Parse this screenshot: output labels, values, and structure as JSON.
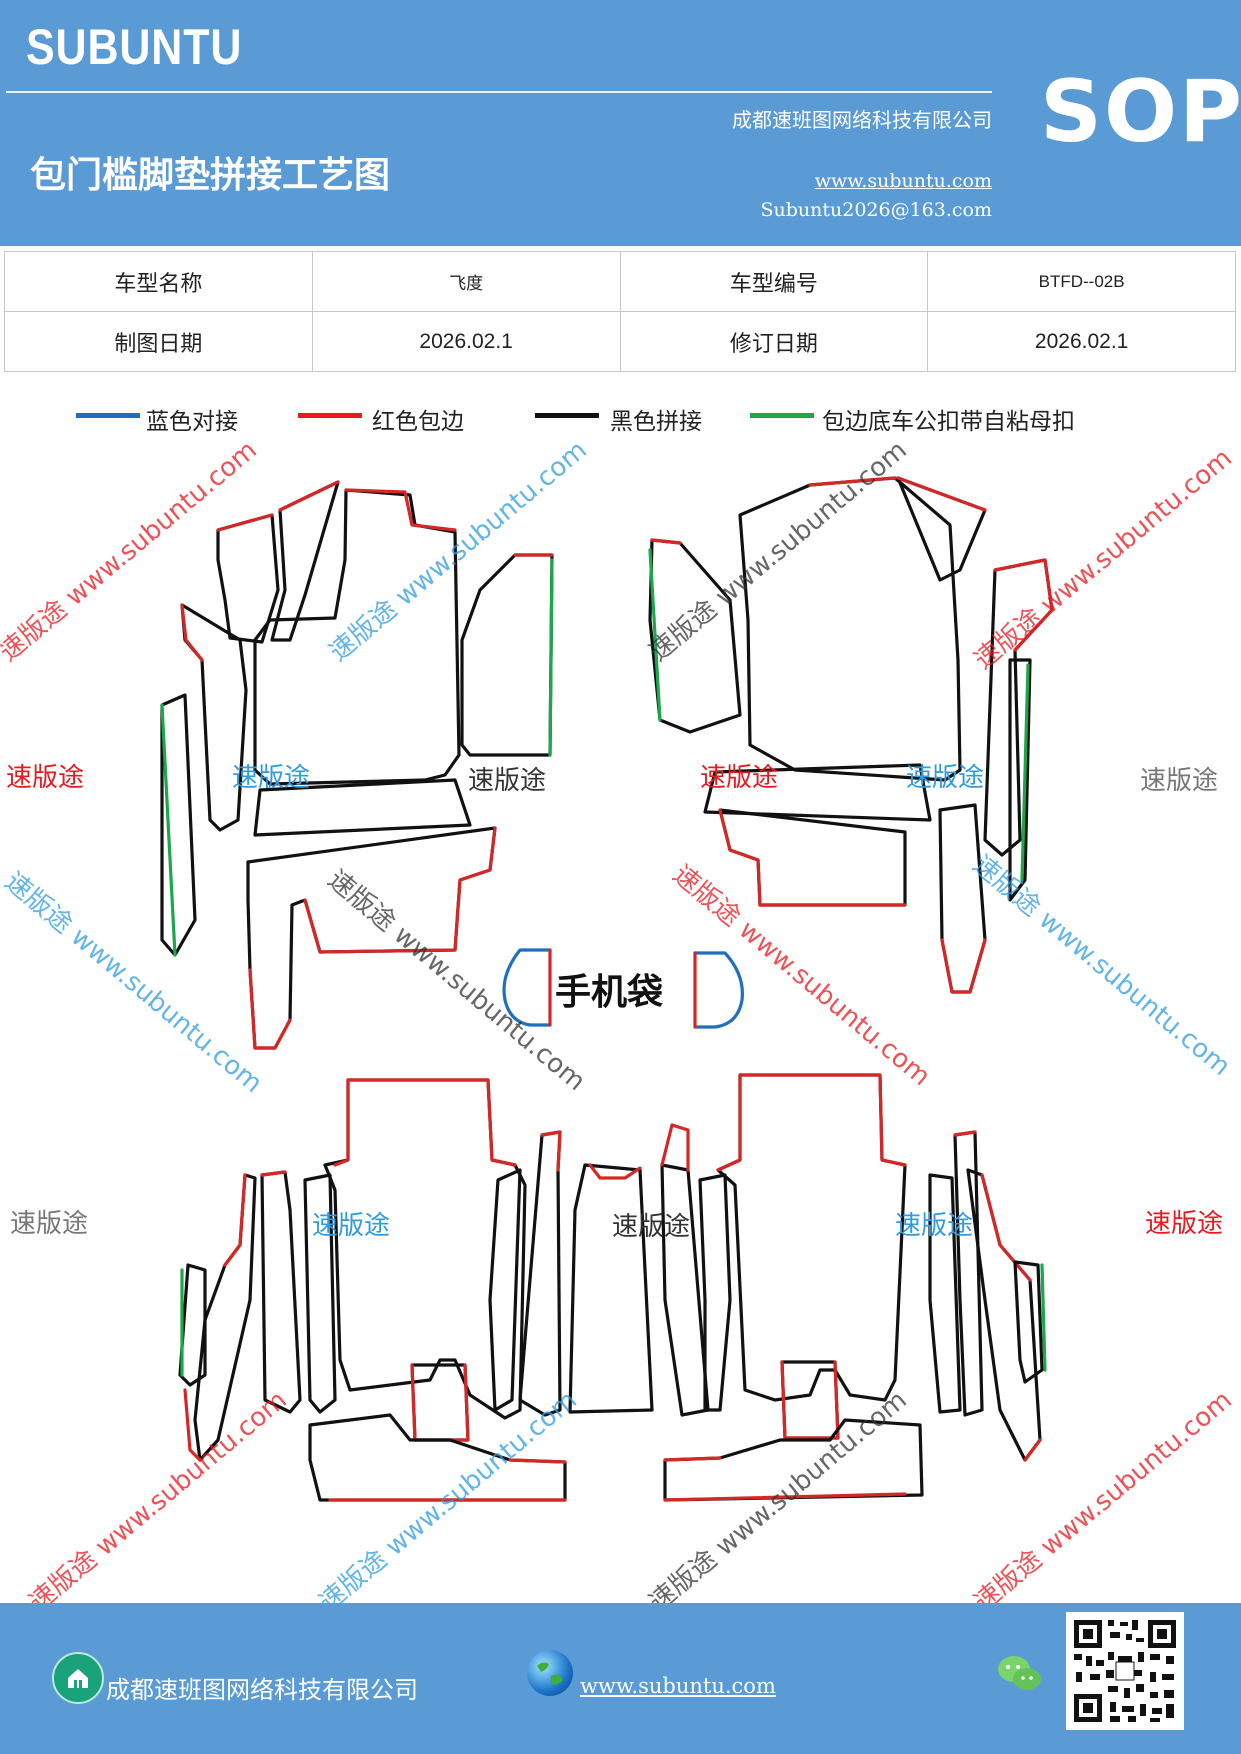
{
  "header": {
    "brand": "SUBUNTU",
    "company": "成都速班图网络科技有限公司",
    "title": "包门槛脚垫拼接工艺图",
    "badge": "SOP",
    "website": "www.subuntu.com",
    "email": "Subuntu2026@163.com"
  },
  "info": {
    "model_name_label": "车型名称",
    "model_name": "飞度",
    "model_code_label": "车型编号",
    "model_code": "BTFD--02B",
    "draw_date_label": "制图日期",
    "draw_date": "2026.02.1",
    "revise_date_label": "修订日期",
    "revise_date": "2026.02.1"
  },
  "legend": [
    {
      "label": "蓝色对接",
      "color": "#1f6fbf"
    },
    {
      "label": "红色包边",
      "color": "#e8191f"
    },
    {
      "label": "黑色拼接",
      "color": "#111111"
    },
    {
      "label": "包边底车公扣带自粘母扣",
      "color": "#1aa84b"
    }
  ],
  "drawing": {
    "phone_bag_label": "手机袋"
  },
  "watermarks": {
    "brand": "速版途",
    "url": "www.subuntu.com",
    "combined": "速版途 www.subuntu.com"
  },
  "footer": {
    "company": "成都速班图网络科技有限公司",
    "website": "www.subuntu.com"
  },
  "icons": {
    "home": "home-icon",
    "globe": "globe-icon",
    "wechat": "wechat-icon",
    "qr": "qr-code"
  }
}
